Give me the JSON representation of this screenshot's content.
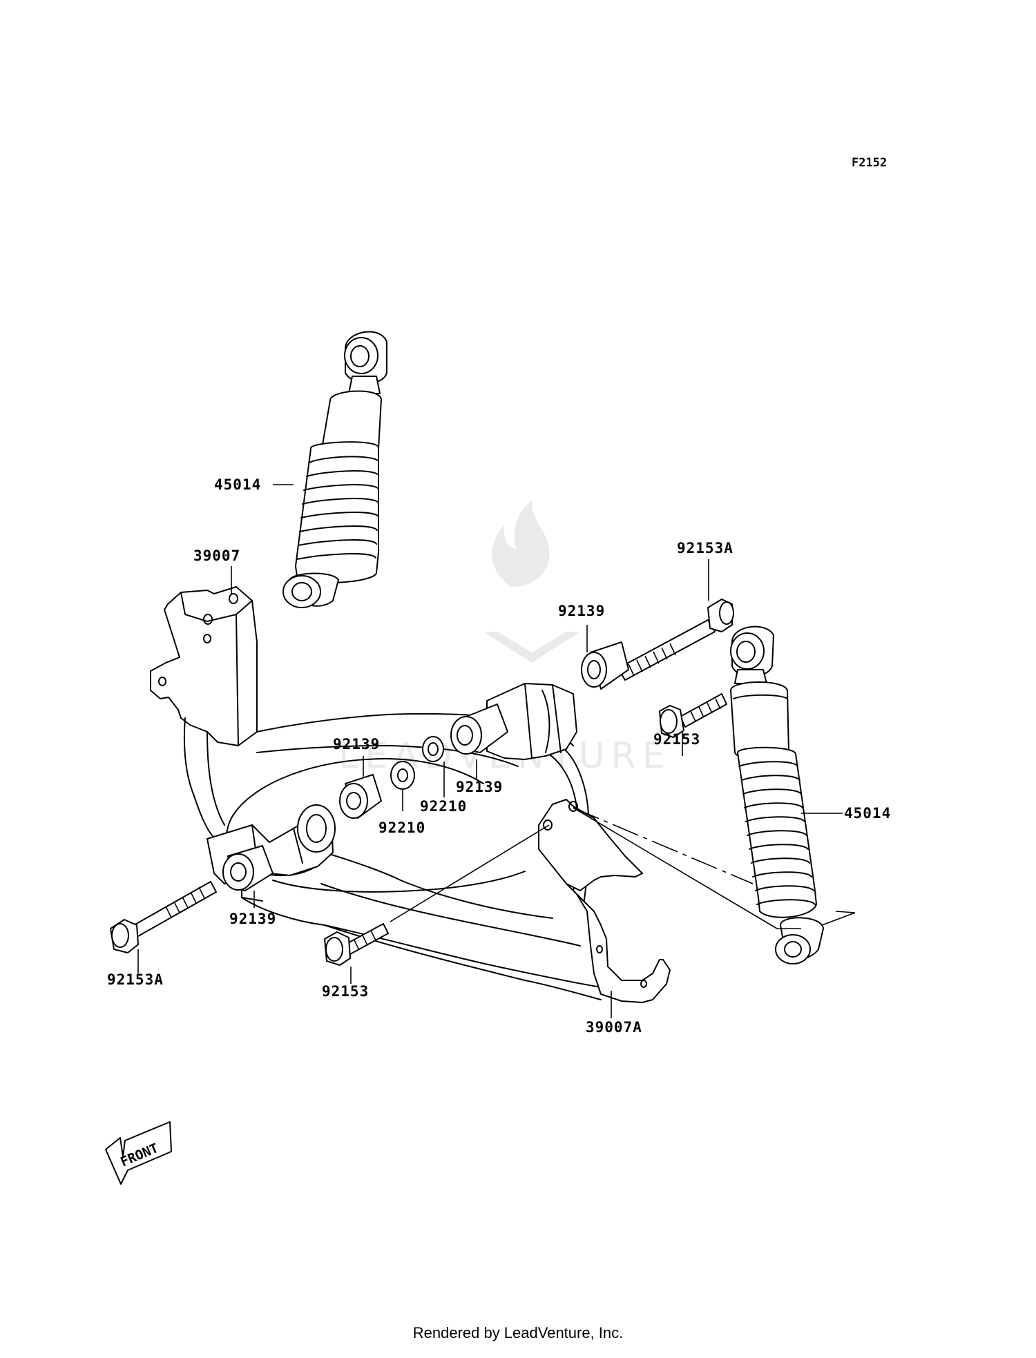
{
  "figure_code": "F2152",
  "callouts": {
    "shock_upper_left": "45014",
    "shock_right": "45014",
    "arm_left": "39007",
    "arm_bottom_right": "39007A",
    "bolt_top_right": "92153A",
    "bolt_bottom_left": "92153A",
    "bolt_small_right": "92153",
    "bolt_small_bottom": "92153",
    "collar_top": "92139",
    "collar_mid_left": "92139",
    "collar_mid_right": "92139",
    "collar_bottom_left": "92139",
    "washer_left": "92210",
    "washer_right": "92210"
  },
  "front_arrow": {
    "label": "FRONT",
    "icon": "front-direction-arrow-icon"
  },
  "watermark": {
    "text": "LEADVENTURE",
    "icon": "flame-logo-icon"
  },
  "footer": {
    "text": "Rendered by LeadVenture, Inc."
  }
}
